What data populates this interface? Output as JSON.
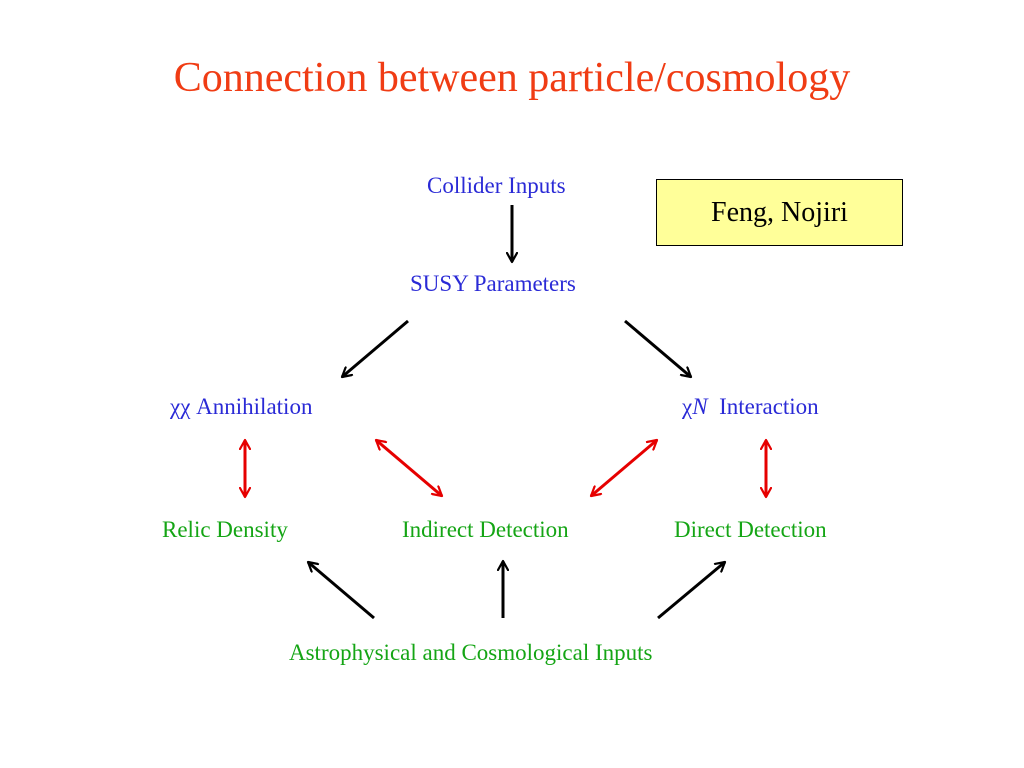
{
  "title": "Connection between particle/cosmology",
  "credit": "Feng, Nojiri",
  "nodes": {
    "collider_inputs": "Collider Inputs",
    "susy_parameters": "SUSY Parameters",
    "annihilation_symbol": "χχ",
    "annihilation_word": "Annihilation",
    "interaction_chi": "χ",
    "interaction_n": "N",
    "interaction_word": "Interaction",
    "relic_density": "Relic Density",
    "indirect_detection": "Indirect Detection",
    "direct_detection": "Direct Detection",
    "astro_inputs": "Astrophysical and Cosmological Inputs"
  },
  "colors": {
    "title": "#f03c14",
    "blue_text": "#2a2ad6",
    "green_text": "#15a515",
    "black_arrow": "#000000",
    "red_arrow": "#e60000",
    "credit_box_fill": "#ffff99"
  }
}
